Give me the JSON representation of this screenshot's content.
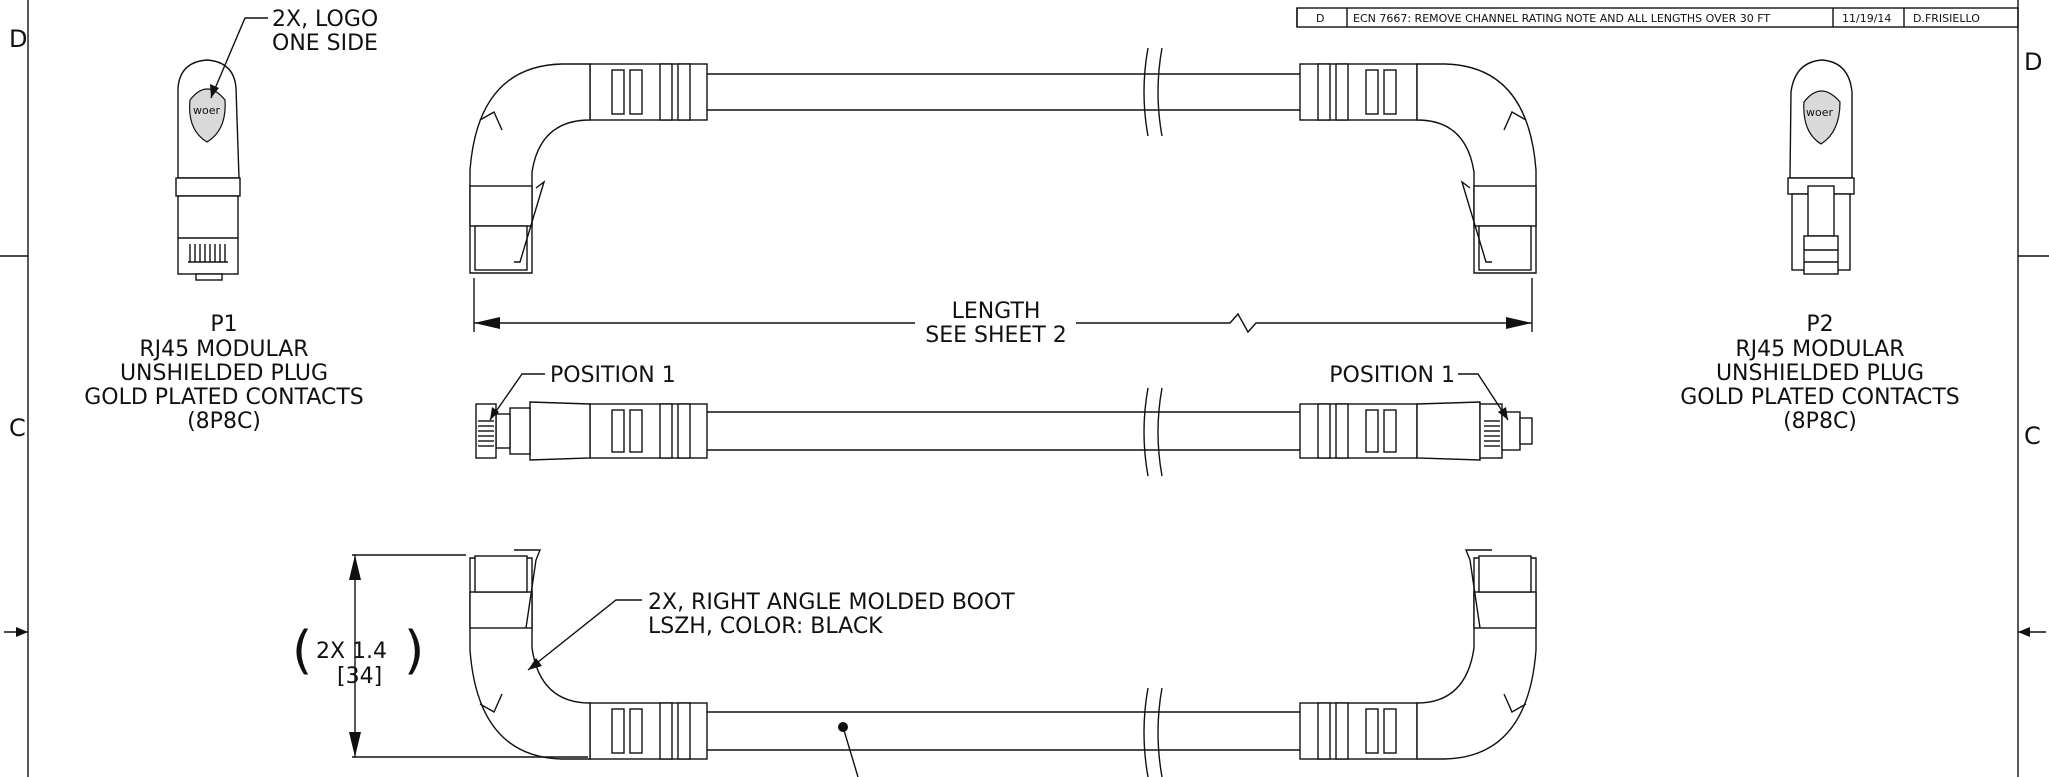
{
  "revision_block": {
    "rev": "D",
    "description": "ECN 7667: REMOVE CHANNEL RATING NOTE AND ALL LENGTHS OVER 30 FT",
    "date": "11/19/14",
    "by": "D.FRISIELLO"
  },
  "zones": {
    "left_d": "D",
    "right_d": "D",
    "left_c": "C",
    "right_c": "C"
  },
  "logo_callout": [
    "2X, LOGO",
    "ONE SIDE"
  ],
  "logo_text": "woer",
  "p1": {
    "designator": "P1",
    "lines": [
      "RJ45 MODULAR",
      "UNSHIELDED PLUG",
      "GOLD PLATED CONTACTS",
      "(8P8C)"
    ]
  },
  "p2": {
    "designator": "P2",
    "lines": [
      "RJ45 MODULAR",
      "UNSHIELDED PLUG",
      "GOLD PLATED CONTACTS",
      "(8P8C)"
    ]
  },
  "length_dim": [
    "LENGTH",
    "SEE SHEET 2"
  ],
  "position_left": "POSITION 1",
  "position_right": "POSITION 1",
  "boot_callout": [
    "2X, RIGHT ANGLE MOLDED BOOT",
    "LSZH, COLOR: BLACK"
  ],
  "height_dim": {
    "paren_open": "(",
    "paren_close": ")",
    "qty_value": "2X 1.4",
    "metric": "[34]"
  },
  "colors": {
    "line": "#111111",
    "background": "#ffffff",
    "fill_light": "#d9d9d9"
  }
}
